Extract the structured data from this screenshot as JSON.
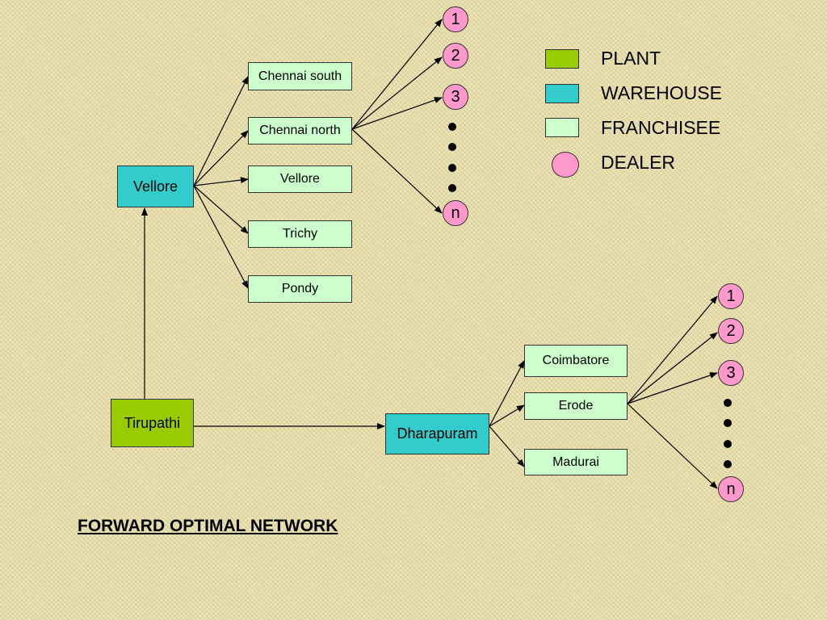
{
  "legend": {
    "plant": "PLANT",
    "warehouse": "WAREHOUSE",
    "franchisee": "FRANCHISEE",
    "dealer": "DEALER"
  },
  "colors": {
    "plant": "#99cc00",
    "warehouse": "#33cccc",
    "franchisee": "#ccffcc",
    "dealer": "#ff99cc"
  },
  "plants": {
    "tirupathi": "Tirupathi"
  },
  "warehouses": {
    "vellore": "Vellore",
    "dharapuram": "Dharapuram"
  },
  "franchisees": {
    "chennai_south": "Chennai south",
    "chennai_north": "Chennai north",
    "vellore": "Vellore",
    "trichy": "Trichy",
    "pondy": "Pondy",
    "coimbatore": "Coimbatore",
    "erode": "Erode",
    "madurai": "Madurai"
  },
  "dealers_top": [
    "1",
    "2",
    "3",
    "n"
  ],
  "dealers_bottom": [
    "1",
    "2",
    "3",
    "n"
  ],
  "title": "FORWARD OPTIMAL NETWORK"
}
